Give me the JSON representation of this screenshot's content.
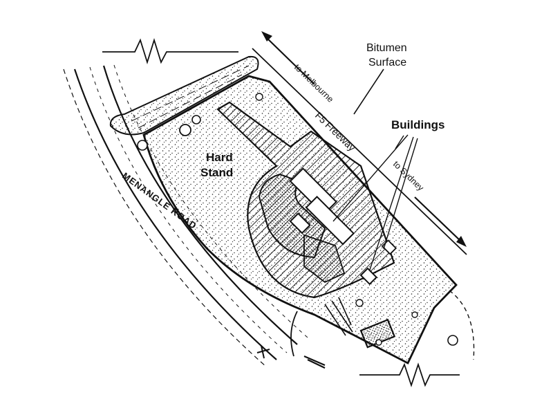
{
  "labels": {
    "bitumen_line1": "Bitumen",
    "bitumen_line2": "Surface",
    "to_melbourne": "to Melbourne",
    "freeway": "F5 Freeway",
    "buildings": "Buildings",
    "to_sydney": "to Sydney",
    "hard_line1": "Hard",
    "hard_line2": "Stand",
    "road": "MENANGLE ROAD"
  }
}
